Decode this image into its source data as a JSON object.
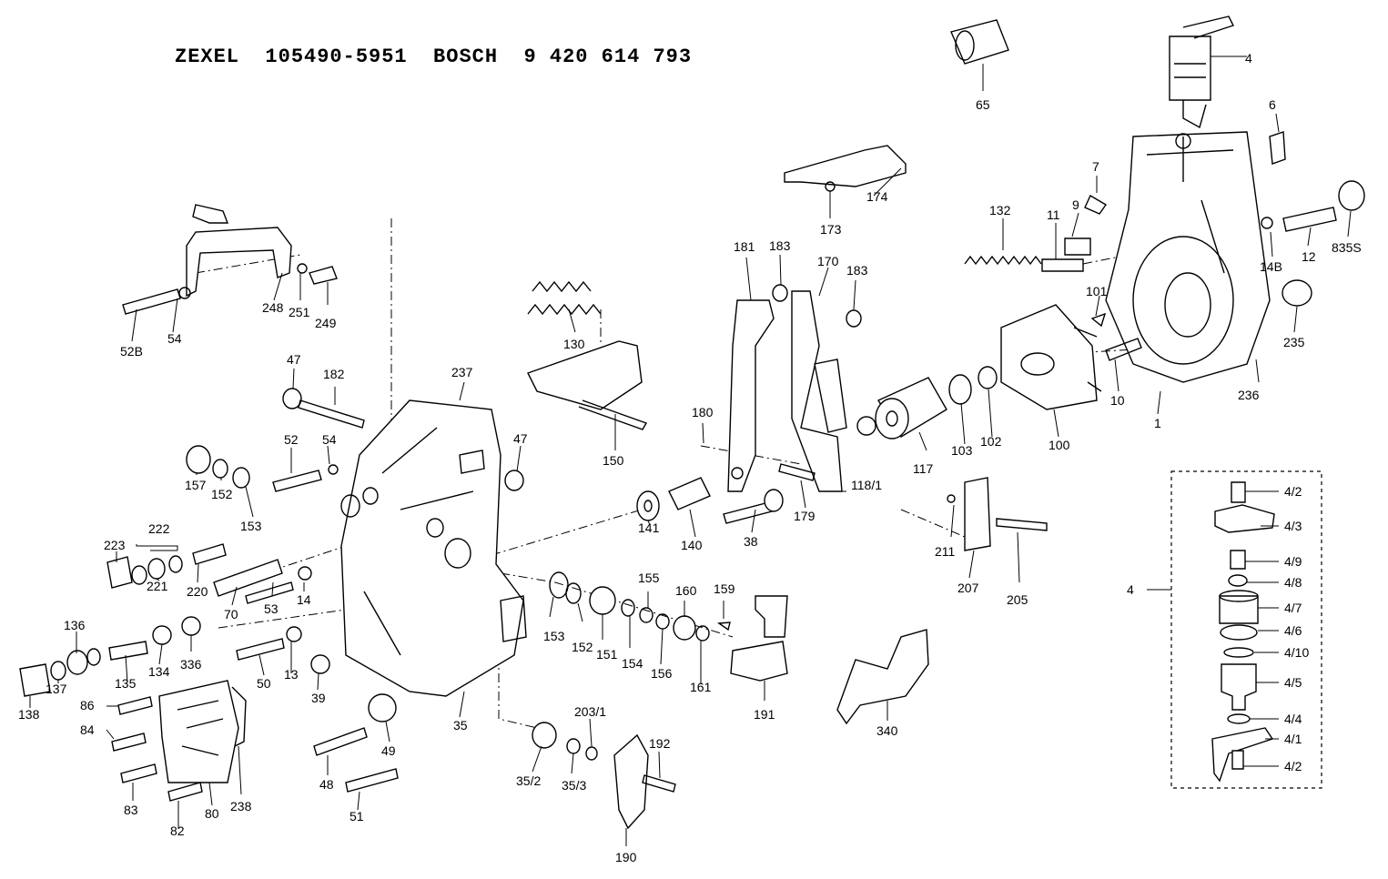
{
  "header": {
    "title": "ZEXEL  105490-5951  BOSCH  9 420 614 793"
  },
  "labels": {
    "l4": "4",
    "l65": "65",
    "l6": "6",
    "l7": "7",
    "l9": "9",
    "l11": "11",
    "l132": "132",
    "l14B": "14B",
    "l12": "12",
    "l835S": "835S",
    "l101": "101",
    "l235": "235",
    "l236": "236",
    "l10": "10",
    "l1": "1",
    "l100": "100",
    "l102": "102",
    "l103": "103",
    "l117": "117",
    "l118_1": "118/1",
    "l174": "174",
    "l173": "173",
    "l181": "181",
    "l183a": "183",
    "l170": "170",
    "l183b": "183",
    "l130": "130",
    "l150": "150",
    "l180": "180",
    "l179": "179",
    "l38": "38",
    "l140": "140",
    "l141": "141",
    "l52B": "52B",
    "l54a": "54",
    "l248": "248",
    "l251": "251",
    "l249": "249",
    "l47a": "47",
    "l182": "182",
    "l237": "237",
    "l47b": "47",
    "l52": "52",
    "l54b": "54",
    "l157": "157",
    "l152a": "152",
    "l153a": "153",
    "l223": "223",
    "l222": "222",
    "l221": "221",
    "l220": "220",
    "l70": "70",
    "l53": "53",
    "l14": "14",
    "l136": "136",
    "l134": "134",
    "l336": "336",
    "l135": "135",
    "l137": "137",
    "l138": "138",
    "l50": "50",
    "l13": "13",
    "l39": "39",
    "l86": "86",
    "l84": "84",
    "l83": "83",
    "l82": "82",
    "l80": "80",
    "l238": "238",
    "l48": "48",
    "l49": "49",
    "l51": "51",
    "l35": "35",
    "l35_2": "35/2",
    "l35_3": "35/3",
    "l203_1": "203/1",
    "l192": "192",
    "l190": "190",
    "l153b": "153",
    "l152b": "152",
    "l151": "151",
    "l154": "154",
    "l155": "155",
    "l156": "156",
    "l160": "160",
    "l161": "161",
    "l159": "159",
    "l191": "191",
    "l340": "340",
    "l211": "211",
    "l207": "207",
    "l205": "205",
    "d4_2a": "4/2",
    "d4_3": "4/3",
    "d4_9": "4/9",
    "d4_8": "4/8",
    "d4_7": "4/7",
    "d4_6": "4/6",
    "d4_10": "4/10",
    "d4_5": "4/5",
    "d4_4": "4/4",
    "d4_1": "4/1",
    "d4_2b": "4/2",
    "d4": "4"
  }
}
